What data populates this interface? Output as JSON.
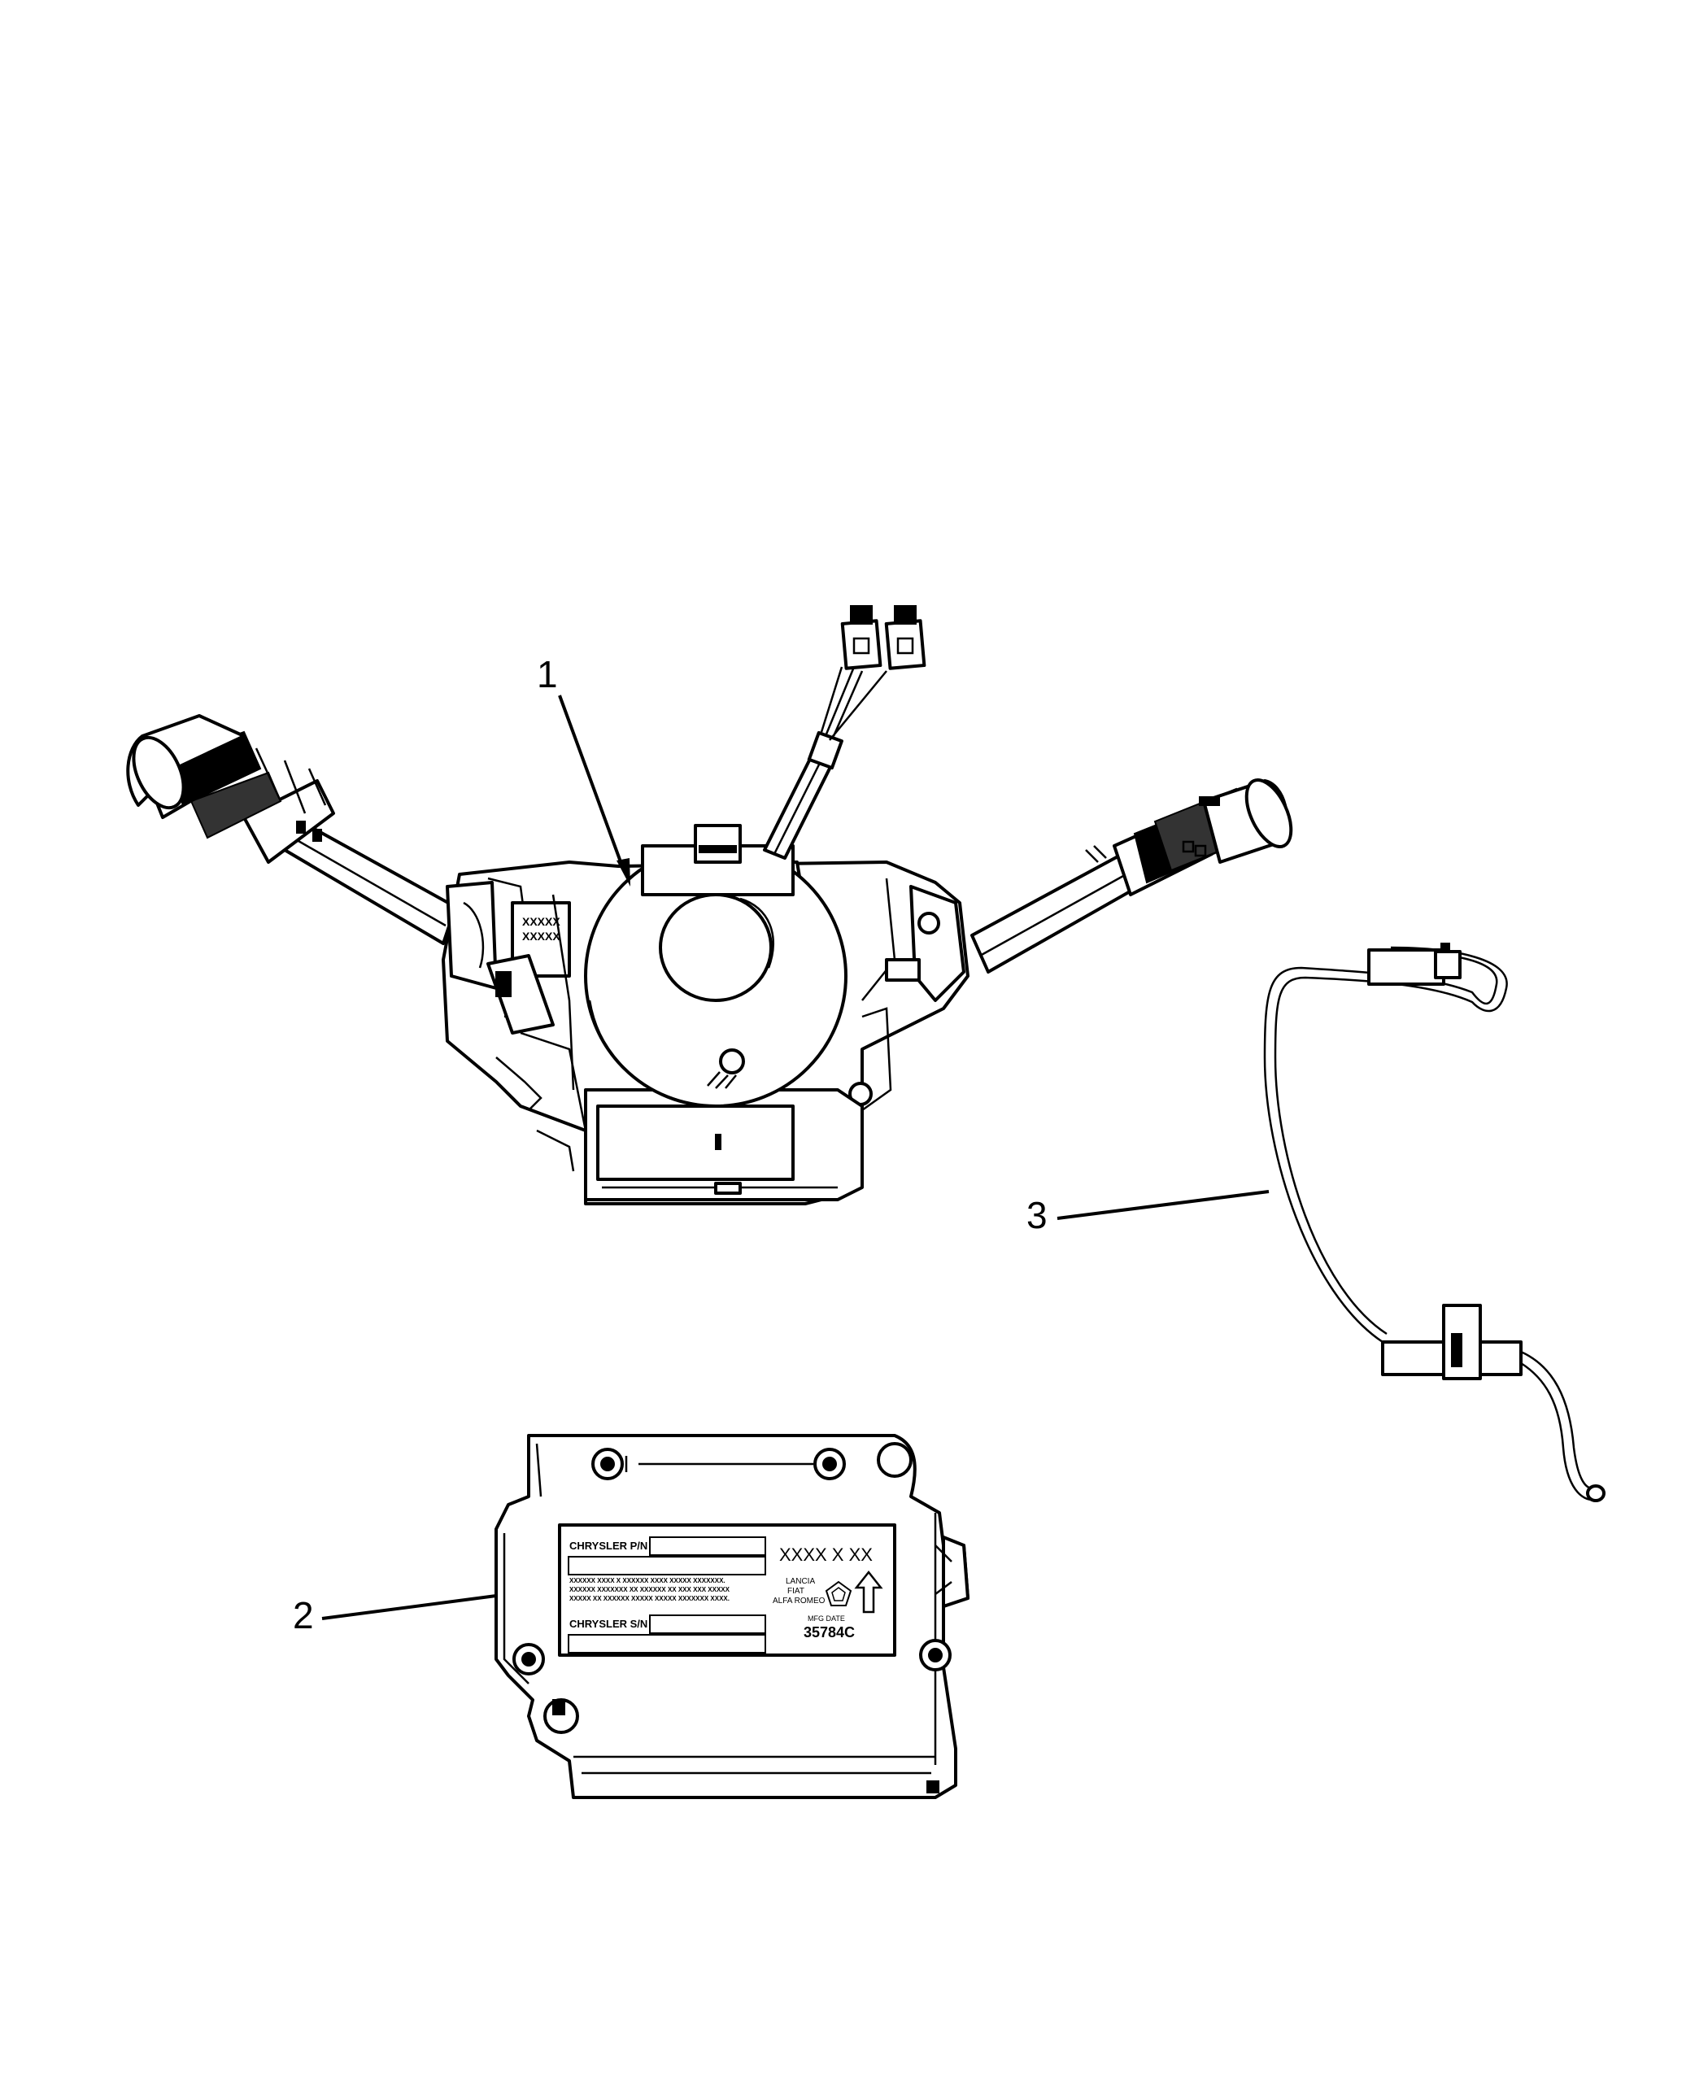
{
  "callouts": [
    {
      "number": "1"
    },
    {
      "number": "2"
    },
    {
      "number": "3"
    }
  ],
  "module_label": {
    "part_line": "CHRYSLER P/N",
    "code": "XXXX X XX",
    "warning_lines": [
      "XXXXXX XXXX X XXXXXX XXXX XXXXX XXXXXXX.",
      "XXXXXX XXXXXXX XX XXXXXX XX XXX XXX XXXXX",
      "XXXXX XX XXXXXX XXXXX XXXXX XXXXXXX XXXX."
    ],
    "brand_lines": [
      "LANCIA",
      "FIAT",
      "ALFA ROMEO"
    ],
    "serial_line": "CHRYSLER S/N",
    "date_caption": "MFG DATE",
    "date_code": "35784C"
  },
  "colors": {
    "line": "#000000",
    "background": "#ffffff"
  }
}
